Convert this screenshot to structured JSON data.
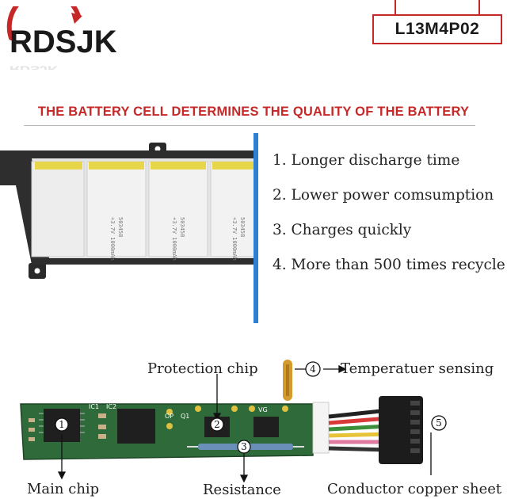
{
  "brand": {
    "logo_text": "RDSJK"
  },
  "model_badge": {
    "text": "L13M4P02"
  },
  "headline": "THE BATTERY CELL DETERMINES THE QUALITY OF THE BATTERY",
  "features": [
    "1. Longer discharge time",
    "2. Lower power comsumption",
    "3. Charges quickly",
    "4. More than 500 times recycle"
  ],
  "cell_labels": [
    {
      "top": "503458",
      "bottom": "+3.7V 1000mAh"
    },
    {
      "top": "503458",
      "bottom": "+3.7V 1000mAh"
    },
    {
      "top": "503458",
      "bottom": "+3.7V 1000mAh"
    }
  ],
  "board": {
    "silkscreen": [
      "IC1",
      "IC2",
      "OP",
      "Q1",
      "VG"
    ],
    "markers": [
      "1",
      "2",
      "3",
      "4",
      "5"
    ]
  },
  "callouts": {
    "protection_chip": "Protection chip",
    "temperature": "Temperatuer sensing",
    "main_chip": "Main chip",
    "resistance": "Resistance",
    "copper_sheet": "Conductor copper sheet"
  },
  "colors": {
    "accent_red": "#c62828",
    "pcb_green": "#2f6b3a",
    "cell_yellow": "#e8d64a",
    "separator_blue": "#2d7fd3"
  }
}
